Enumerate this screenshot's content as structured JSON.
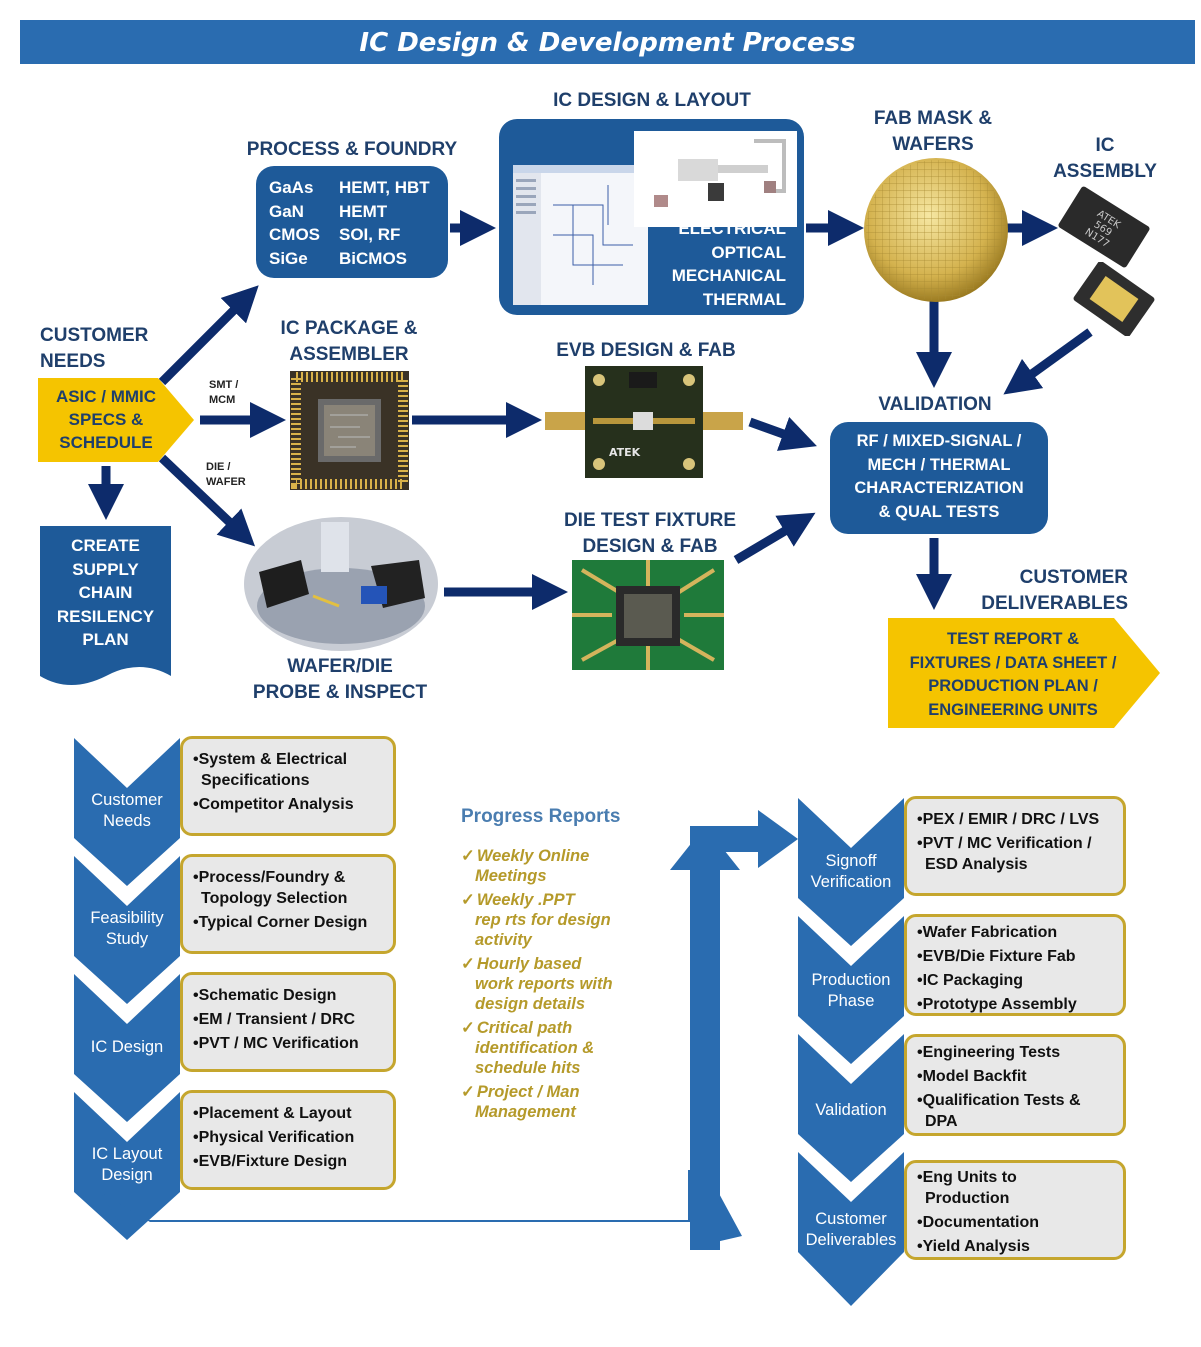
{
  "title": "IC Design & Development Process",
  "top": {
    "customer_needs": {
      "header": [
        "CUSTOMER",
        "NEEDS"
      ],
      "box": [
        "ASIC / MMIC",
        "SPECS &",
        "SCHEDULE"
      ]
    },
    "supply_chain": [
      "CREATE",
      "SUPPLY",
      "CHAIN",
      "RESILENCY",
      "PLAN"
    ],
    "process_foundry": {
      "header": "PROCESS & FOUNDRY",
      "rows": [
        {
          "tech": "GaAs",
          "types": "HEMT, HBT"
        },
        {
          "tech": "GaN",
          "types": "HEMT"
        },
        {
          "tech": "CMOS",
          "types": "SOI, RF"
        },
        {
          "tech": "SiGe",
          "types": "BiCMOS"
        }
      ]
    },
    "ic_design": {
      "header": "IC DESIGN & LAYOUT",
      "lines": [
        "ELECTRICAL",
        "OPTICAL",
        "MECHANICAL",
        "THERMAL"
      ]
    },
    "fab_mask": [
      "FAB MASK &",
      "WAFERS"
    ],
    "ic_assembly": {
      "header": [
        "IC",
        "ASSEMBLY"
      ],
      "chip_marking": [
        "ATEK",
        "569",
        "N177"
      ]
    },
    "ic_package": [
      "IC PACKAGE &",
      "ASSEMBLER"
    ],
    "evb": {
      "header": "EVB DESIGN & FAB",
      "board_marking": "ATEK"
    },
    "validation": {
      "header": "VALIDATION",
      "lines": [
        "RF / MIXED-SIGNAL /",
        "MECH / THERMAL",
        "CHARACTERIZATION",
        "&  QUAL TESTS"
      ]
    },
    "die_fixture": [
      "DIE TEST FIXTURE",
      "DESIGN & FAB"
    ],
    "wafer_probe": [
      "WAFER/DIE",
      "PROBE & INSPECT"
    ],
    "customer_deliverables": {
      "header": [
        "CUSTOMER",
        "DELIVERABLES"
      ],
      "box": [
        "TEST REPORT &",
        "FIXTURES / DATA SHEET /",
        "PRODUCTION PLAN /",
        "ENGINEERING UNITS"
      ]
    },
    "annotations": {
      "smt": [
        "SMT /",
        "MCM"
      ],
      "die": [
        "DIE /",
        "WAFER"
      ]
    }
  },
  "left_phases": [
    {
      "label": [
        "Customer",
        "Needs"
      ],
      "items": [
        "•System & Electrical",
        " Specifications",
        "•Competitor Analysis"
      ]
    },
    {
      "label": [
        "Feasibility",
        "Study"
      ],
      "items": [
        "•Process/Foundry &",
        " Topology Selection",
        "•Typical Corner Design"
      ]
    },
    {
      "label": [
        "IC Design"
      ],
      "items": [
        "•Schematic Design",
        "•EM / Transient / DRC",
        "•PVT / MC Verification"
      ]
    },
    {
      "label": [
        "IC Layout",
        "Design"
      ],
      "items": [
        "•Placement & Layout",
        "•Physical Verification",
        "•EVB/Fixture Design"
      ]
    }
  ],
  "right_phases": [
    {
      "label": [
        "Signoff",
        "Verification"
      ],
      "items": [
        "•PEX / EMIR / DRC / LVS",
        "•PVT / MC Verification /",
        " ESD Analysis"
      ]
    },
    {
      "label": [
        "Production",
        "Phase"
      ],
      "items": [
        "•Wafer Fabrication",
        "•EVB/Die Fixture Fab",
        "•IC Packaging",
        "•Prototype Assembly"
      ]
    },
    {
      "label": [
        "Validation"
      ],
      "items": [
        "•Engineering Tests",
        "•Model Backfit",
        "•Qualification Tests &",
        " DPA"
      ]
    },
    {
      "label": [
        "Customer",
        "Deliverables"
      ],
      "items": [
        "•Eng Units to",
        " Production",
        "•Documentation",
        "•Yield Analysis"
      ]
    }
  ],
  "progress_reports": {
    "title": "Progress Reports",
    "items": [
      [
        "Weekly Online",
        "Meetings"
      ],
      [
        "Weekly .PPT",
        "rep  rts for design",
        "activity"
      ],
      [
        "Hourly based",
        "work reports with",
        "design details"
      ],
      [
        "Critical path",
        "identification &",
        "schedule hits"
      ],
      [
        "Project  /  Man",
        "Management"
      ]
    ]
  },
  "colors": {
    "primary": "#1e5a99",
    "navy": "#0d2b6b",
    "yellow": "#f5c400",
    "gold": "#c5a62e",
    "banner": "#2a6cb0"
  }
}
